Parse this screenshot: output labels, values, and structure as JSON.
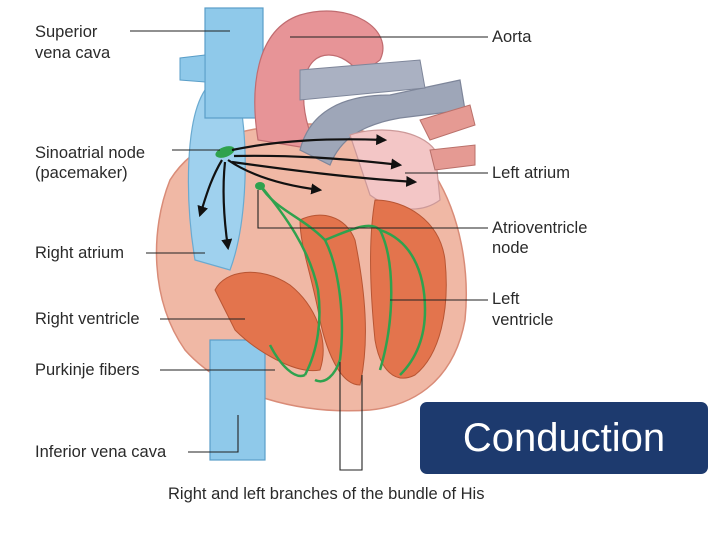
{
  "labels": {
    "svc_line1": "Superior",
    "svc_line2": "vena cava",
    "aorta": "Aorta",
    "sa_line1": "Sinoatrial node",
    "sa_line2": "(pacemaker)",
    "left_atrium": "Left atrium",
    "av_line1": "Atrioventricle",
    "av_line2": "node",
    "right_atrium": "Right atrium",
    "lv_line1": "Left",
    "lv_line2": "ventricle",
    "right_ventricle": "Right ventricle",
    "purkinje": "Purkinje fibers",
    "ivc": "Inferior vena cava",
    "bundle": "Right and left branches of the bundle of His"
  },
  "title": "Conduction",
  "colors": {
    "vein_blue": "#8fc9ea",
    "aorta_pink": "#e79497",
    "pulmonary_gray": "#9ea6b8",
    "muscle_orange": "#e3744d",
    "conduction_green": "#2fa24e",
    "title_bg": "#1d3a6e"
  }
}
